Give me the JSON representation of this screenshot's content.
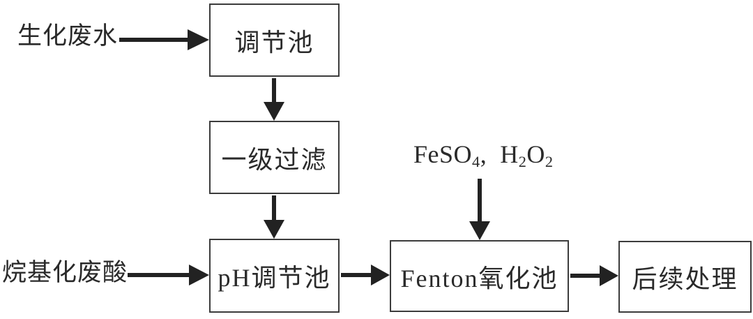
{
  "colors": {
    "ink": "#2a2a2a",
    "border": "#3c3c3c",
    "background": "#ffffff"
  },
  "flow": {
    "input_biochem": "生化废水",
    "input_acid": "烷基化废酸",
    "node_regulate": "调节池",
    "node_filter": "一级过滤",
    "node_ph": "pH调节池",
    "node_fenton": "Fenton氧化池",
    "node_post": "后续处理",
    "reagents": {
      "text": "FeSO4, H2O2",
      "p1": "FeSO",
      "s1": "4",
      "p2": ",  H",
      "s2": "2",
      "p3": "O",
      "s3": "2"
    },
    "edges": [
      {
        "from": "生化废水",
        "to": "调节池"
      },
      {
        "from": "调节池",
        "to": "一级过滤"
      },
      {
        "from": "一级过滤",
        "to": "pH调节池"
      },
      {
        "from": "烷基化废酸",
        "to": "pH调节池"
      },
      {
        "from": "pH调节池",
        "to": "Fenton氧化池"
      },
      {
        "from": "FeSO4, H2O2",
        "to": "Fenton氧化池"
      },
      {
        "from": "Fenton氧化池",
        "to": "后续处理"
      }
    ]
  }
}
